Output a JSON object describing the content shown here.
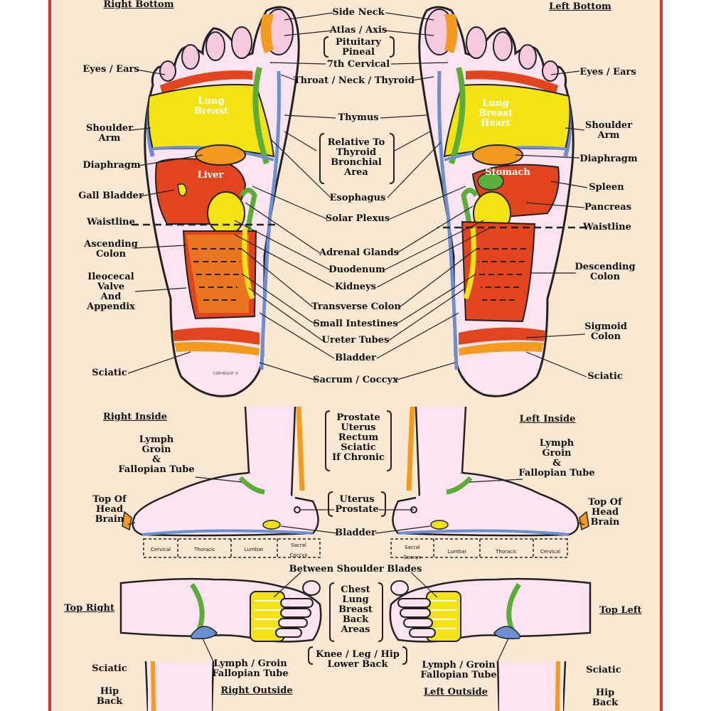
{
  "sections": {
    "right_bottom": "Right Bottom",
    "left_bottom": "Left Bottom",
    "right_inside": "Right Inside",
    "left_inside": "Left Inside",
    "top_right": "Top Right",
    "top_left": "Top Left",
    "right_outside": "Right Outside",
    "left_outside": "Left Outside"
  },
  "center_labels": {
    "side_neck": "Side Neck",
    "atlas_axis": "Atlas / Axis",
    "pituitary_pineal": "Pituitary\nPineal",
    "seventh_cervical": "7th Cervical",
    "throat_neck_thyroid": "Throat / Neck / Thyroid",
    "thymus": "Thymus",
    "relative_thyroid": "Relative To\nThyroid\nBronchial\nArea",
    "esophagus": "Esophagus",
    "solar_plexus": "Solar Plexus",
    "adrenal_glands": "Adrenal Glands",
    "duodenum": "Duodenum",
    "kidneys": "Kidneys",
    "transverse_colon": "Transverse Colon",
    "small_intestines": "Small Intestines",
    "ureter_tubes": "Ureter Tubes",
    "bladder": "Bladder",
    "sacrum_coccyx": "Sacrum / Coccyx",
    "prostate_group": "Prostate\nUterus\nRectum\nSciatic\nIf Chronic",
    "uterus_prostate": "Uterus\nProstate",
    "bladder_inside": "Bladder",
    "between_shoulder_blades": "Between Shoulder Blades",
    "chest_group": "Chest\nLung\nBreast\nBack\nAreas",
    "knee_leg_hip": "Knee / Leg / Hip\nLower Back"
  },
  "right_labels": {
    "eyes_ears": "Eyes / Ears",
    "shoulder_arm": "Shoulder\nArm",
    "diaphragm": "Diaphragm",
    "gall_bladder": "Gall Bladder",
    "waistline": "Waistline",
    "ascending_colon": "Ascending\nColon",
    "ileocecal": "Ileocecal\nValve\nAnd\nAppendix",
    "sciatic": "Sciatic",
    "lymph_groin": "Lymph\nGroin\n&\nFallopian Tube",
    "top_of_head": "Top Of\nHead\nBrain",
    "lymph_groin_outside": "Lymph / Groin\nFallopian Tube",
    "sciatic_outside": "Sciatic",
    "hip_back": "Hip\nBack"
  },
  "left_labels": {
    "eyes_ears": "Eyes / Ears",
    "shoulder_arm": "Shoulder\nArm",
    "diaphragm": "Diaphragm",
    "spleen": "Spleen",
    "pancreas": "Pancreas",
    "waistline": "Waistline",
    "descending_colon": "Descending\nColon",
    "sigmoid_colon": "Sigmoid\nColon",
    "sciatic": "Sciatic",
    "lymph_groin": "Lymph\nGroin\n&\nFallopian Tube",
    "top_of_head": "Top Of\nHead\nBrain",
    "lymph_groin_outside": "Lymph / Groin\nFallopian Tube",
    "sciatic_outside": "Sciatic",
    "hip_back": "Hip\nBack"
  },
  "foot_labels": {
    "lung_breast": "Lung\nBreast",
    "liver": "Liver",
    "lung_breast_heart": "Lung\nBreast\nHeart",
    "stomach": "Stomach"
  },
  "spine": {
    "right": [
      "Cervical",
      "Thoracic",
      "Lumbar",
      "Sacral\nCoccyx"
    ],
    "left": [
      "Sacral\nCoccyx",
      "Lumbar",
      "Thoracic",
      "Cervical"
    ]
  },
  "colors": {
    "background": "#fbe8d3",
    "border": "#d6333a",
    "foot_fill": "#fbe3ef",
    "yellow": "#f4e313",
    "red": "#e2451e",
    "orange": "#f39a1f",
    "green": "#5cae3a",
    "blue": "#6b8fd1"
  }
}
